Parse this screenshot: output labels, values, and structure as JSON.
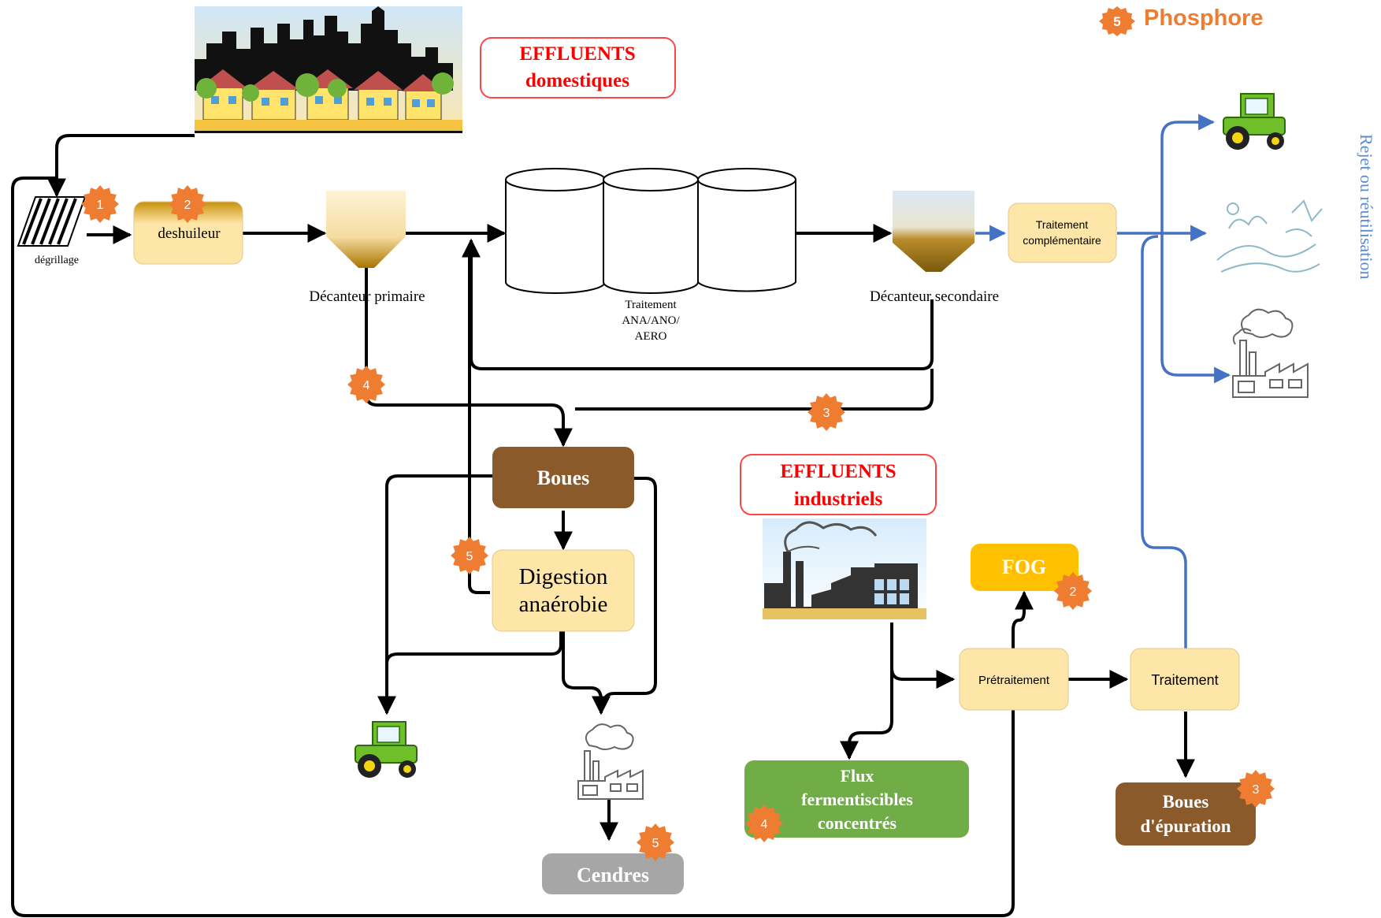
{
  "legend": {
    "badge": "5",
    "label": "Phosphore"
  },
  "side_label": "Rejet ou réutilisation",
  "effluents_domestiques": {
    "line1": "EFFLUENTS",
    "line2": "domestiques"
  },
  "effluents_industriels": {
    "line1": "EFFLUENTS",
    "line2": "industriels"
  },
  "steps": {
    "degrillage": "dégrillage",
    "deshuileur": "deshuileur",
    "decanteur_primaire": "Décanteur primaire",
    "traitement_bio": [
      "Traitement",
      "ANA/ANO/",
      "AERO"
    ],
    "decanteur_secondaire": "Décanteur secondaire",
    "traitement_complementaire": [
      "Traitement",
      "complémentaire"
    ],
    "boues": "Boues",
    "digestion": [
      "Digestion",
      "anaérobie"
    ],
    "cendres": "Cendres",
    "fog": "FOG",
    "flux": [
      "Flux",
      "fermentiscibles",
      "concentrés"
    ],
    "pretraitement": "Prétraitement",
    "traitement": "Traitement",
    "boues_epuration": [
      "Boues",
      "d'épuration"
    ]
  },
  "badges": {
    "degrillage": "1",
    "deshuileur": "2",
    "primaire": "4",
    "secondaire": "3",
    "digestion": "5",
    "cendres": "5",
    "fog": "2",
    "flux": "4",
    "boues_epuration": "3"
  },
  "icons": [
    "city-icon",
    "tractor-icon",
    "nature-icon",
    "factory-icon",
    "industrial-plant-icon"
  ],
  "colors": {
    "badge": "#ef7d31",
    "effluent_text": "#ff0000",
    "effluent_border": "#ff4444",
    "box_fill": "#fde6a8",
    "boues": "#8b5a2b",
    "cendres": "#a6a6a6",
    "fog": "#ffc000",
    "flux": "#70ad47",
    "blue_flow": "#4472c4",
    "legend_text": "#ed7d31"
  }
}
